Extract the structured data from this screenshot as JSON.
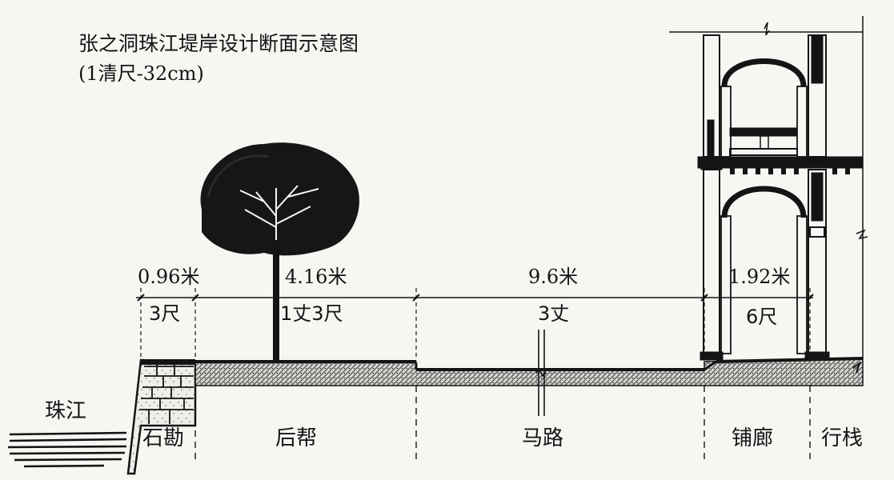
{
  "title": "张之洞珠江堤岸设计断面示意图",
  "subtitle": "(1清尺-32cm)",
  "dimensions": {
    "dim1_m": "0.96米",
    "dim1_chi": "3尺",
    "dim2_m": "4.16米",
    "dim2_chi": "1丈3尺",
    "dim3_m": "9.6米",
    "dim3_chi": "3丈",
    "dim4_m": "1.92米",
    "dim4_chi": "6尺"
  },
  "labels": {
    "river": "珠江",
    "stone_wall": "石勘",
    "back_bank": "后帮",
    "road": "马路",
    "arcade": "铺廊",
    "walkway": "行栈"
  },
  "colors": {
    "ink": "#141414",
    "paper": "#f6f6f3"
  }
}
